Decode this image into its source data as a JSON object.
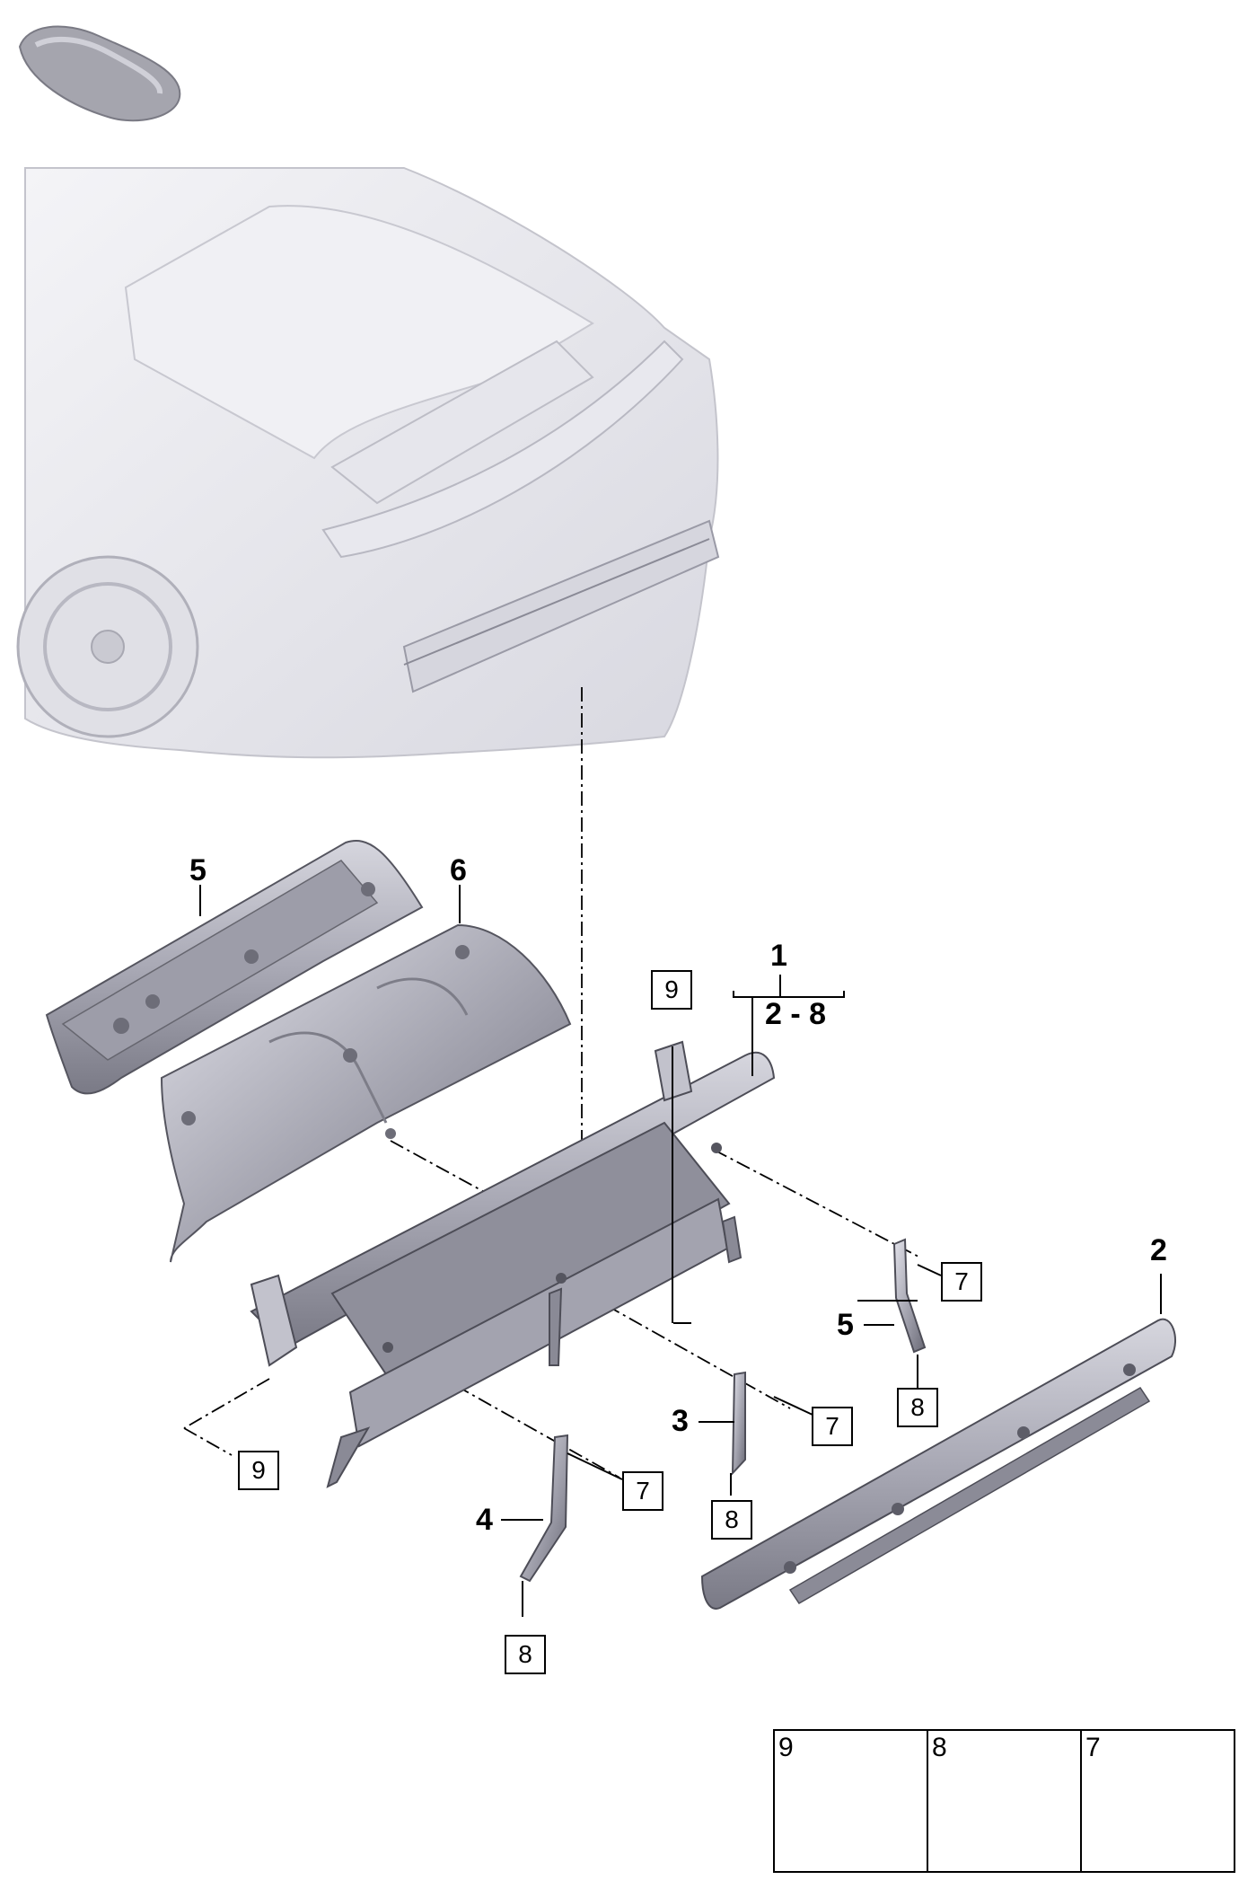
{
  "callouts": {
    "assembly": "1",
    "range": "2 - 8",
    "part2": "2",
    "part3": "3",
    "part4": "4",
    "part5_left": "5",
    "part5_right": "5",
    "part6": "6"
  },
  "boxed_callouts": {
    "nut_a": "7",
    "nut_b": "7",
    "nut_c": "7",
    "clip_a": "8",
    "clip_b": "8",
    "clip_c": "8",
    "bolt_top": "9",
    "bolt_left": "9"
  },
  "legend": [
    {
      "number": "9",
      "icon": "bolt-icon"
    },
    {
      "number": "8",
      "icon": "clip-nut-icon"
    },
    {
      "number": "7",
      "icon": "flange-nut-icon"
    }
  ],
  "colors": {
    "part_fill": "#b9b9c4",
    "part_dark": "#6e6e7a",
    "car_fill": "#ececf0",
    "line": "#000000"
  }
}
